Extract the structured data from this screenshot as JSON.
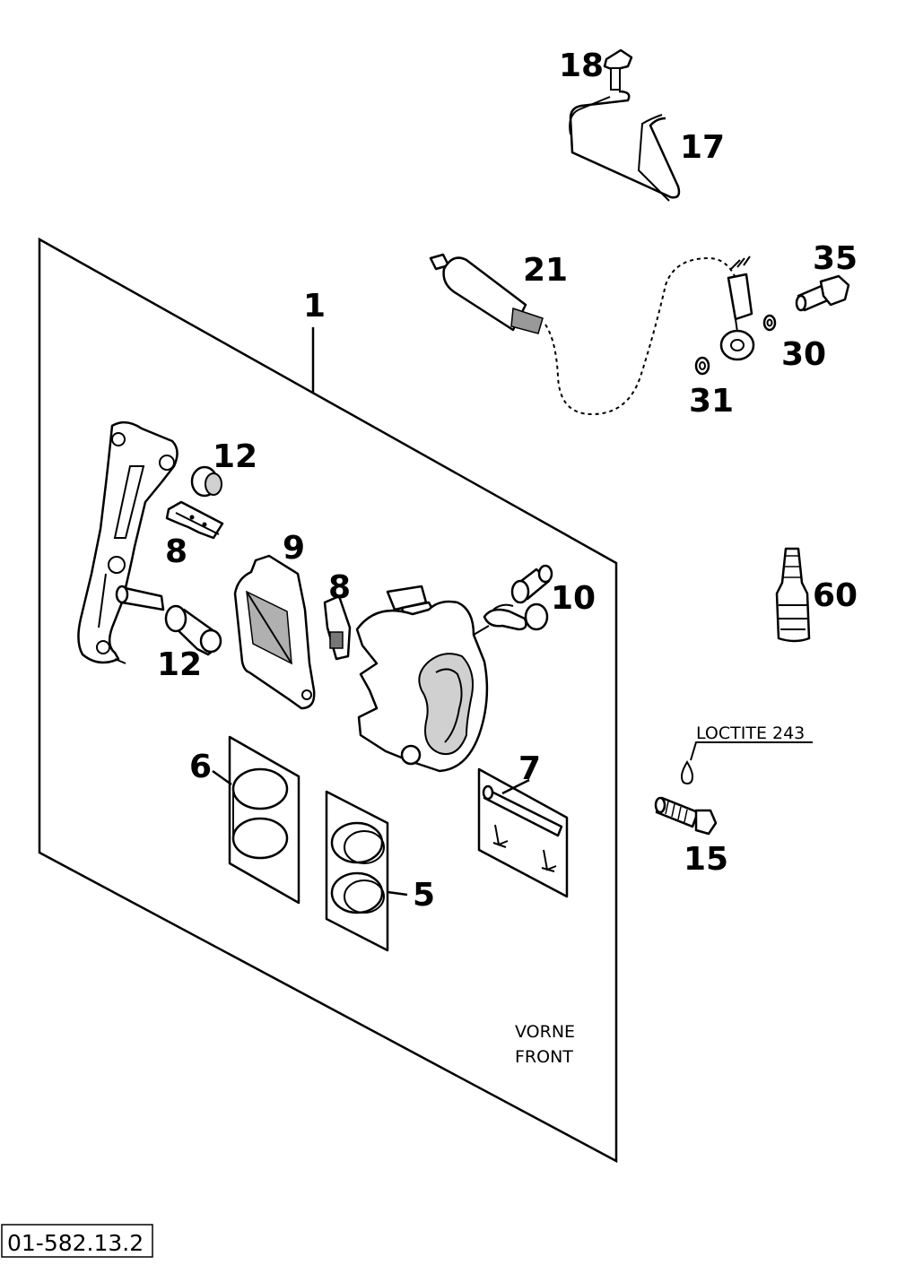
{
  "labels": {
    "p1": "1",
    "p5": "5",
    "p6": "6",
    "p7": "7",
    "p8a": "8",
    "p8b": "8",
    "p9": "9",
    "p10": "10",
    "p12a": "12",
    "p12b": "12",
    "p15": "15",
    "p17": "17",
    "p18": "18",
    "p21": "21",
    "p30": "30",
    "p31": "31",
    "p35": "35",
    "p60": "60"
  },
  "notes": {
    "loctite": "LOCTITE 243",
    "vorne": "VORNE",
    "front": "FRONT"
  },
  "reference_code": "01-582.13.2"
}
